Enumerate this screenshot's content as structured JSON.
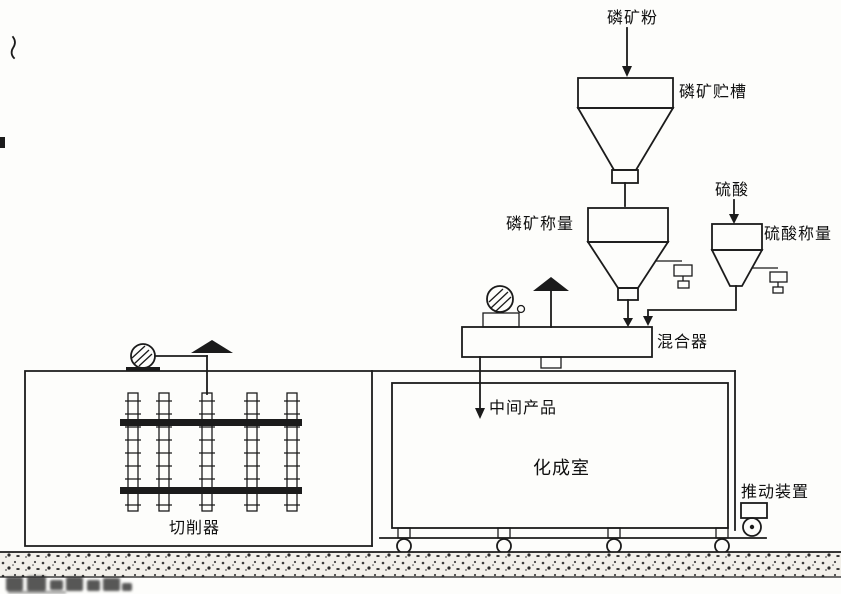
{
  "diagram": {
    "title_hint": "process flow diagram",
    "labels": {
      "ore_powder": "磷矿粉",
      "ore_storage": "磷矿贮槽",
      "ore_weighing": "磷矿称量",
      "sulfuric_acid": "硫酸",
      "acid_weighing": "硫酸称量",
      "mixer": "混合器",
      "intermediate_product": "中间产品",
      "curing_chamber": "化成室",
      "cutter": "切削器",
      "pusher": "推动装置"
    },
    "colors": {
      "ink": "#1b1b1b",
      "paper": "#fdfdfb"
    }
  }
}
